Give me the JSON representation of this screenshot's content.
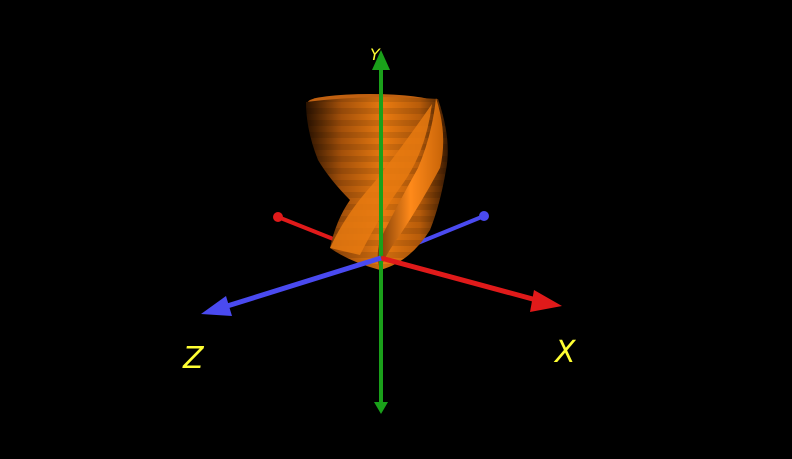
{
  "scene": {
    "background_color": "#000000",
    "axes": {
      "x": {
        "label": "X",
        "color": "#e01a1a"
      },
      "y": {
        "label": "Y",
        "color": "#1aa01a"
      },
      "z": {
        "label": "Z",
        "color": "#4a4af0"
      },
      "label_color": "#ffff33"
    },
    "shape": {
      "type": "twisted-prism",
      "color": "#e87a10"
    }
  }
}
